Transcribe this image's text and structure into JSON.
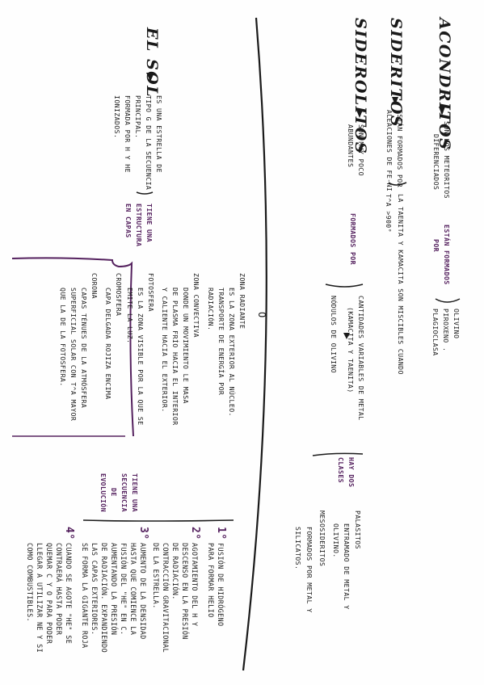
{
  "colors": {
    "accent": "#55225f",
    "ink": "#1c1c1c",
    "paper": "#fefefe"
  },
  "acondritos": {
    "title": "ACONDRITOS",
    "desc": [
      "SON LOS METEORITOS",
      "DIFERENCIADOS"
    ],
    "link": [
      "ESTÁN FORMADOS",
      "POR"
    ],
    "items": [
      "OLIVINO",
      "PIROXENO .",
      "PLAGIOCLASA"
    ]
  },
  "sideritos": {
    "title": "SIDERITOS",
    "desc": [
      "ESTÁN FORMADOS POR",
      "ALEACIONES DE Fe-Ni"
    ],
    "alloy_a": "LA TAENITA Y KAMACITA SON MISCIBLES CUANDO",
    "alloy_b": "T^a >900°"
  },
  "siderolitos": {
    "title": "SIDEROLITOS",
    "desc": [
      "SON MUY POCO",
      "ABUNDANTES"
    ],
    "link": "FORMADOS POR",
    "items": [
      [
        "CANTIDADES VARIABLES DE METAL",
        "(KAMACITA Y TAENITA)"
      ],
      [
        "NÓDULOS DE OLIVINO"
      ]
    ],
    "classes_label": [
      "HAY DOS",
      "CLASES"
    ],
    "classes": [
      {
        "name": "PALASITOS",
        "desc": [
          "ENTRAMADO DE METAL Y",
          "OLIVINO."
        ]
      },
      {
        "name": "MESOSIDERITOS",
        "desc": [
          "FORMADOS POR METAL Y",
          "SILICATOS."
        ]
      }
    ]
  },
  "sol": {
    "title": "EL SOL",
    "desc": [
      "ES UNA ESTRELLA DE",
      "TIPO G DE LA SECUENCIA",
      "PRINCIPAL.",
      "FORMADA POR H Y He",
      "IONIZADOS."
    ],
    "structure_label": [
      "TIENE UNA",
      "ESTRUCTURA",
      "EN CAPAS"
    ],
    "layers": [
      {
        "name": "ZONA RADIANTE",
        "desc": [
          "ES LA ZONA EXTERIOR AL NÚCLEO.",
          "TRANSPORTE DE ENERGÍA POR",
          "RADIACIÓN."
        ]
      },
      {
        "name": "ZONA CONVECTIVA",
        "desc": [
          "DONDE UN MOVIMIENTO LE MASA",
          "DE PLASMA FRÍO HACIA EL INTERIOR",
          "Y CALIENTE HACIA EL EXTERIOR."
        ]
      },
      {
        "name": "FOTOSFERA",
        "desc": [
          "ES LA ZONA VISIBLE POR LA QUE SE",
          "EMITE LA LUZ."
        ]
      },
      {
        "name": "CROMOSFERA",
        "desc": [
          "CAPA DELGADA ROJIZA ENCIMA"
        ]
      },
      {
        "name": "CORONA",
        "desc": [
          "CAPAS TÉNUES DE LA ATMÓSFERA",
          "SUPERFICIAL SOLAR CON T^a MAYOR",
          "QUE LA DE LA FOTOSFERA."
        ]
      }
    ],
    "evolution_label": [
      "TIENE UNA",
      "SECUENCIA",
      "DE",
      "EVOLUCIÓN"
    ],
    "steps": [
      {
        "n": "1°",
        "text": [
          "FUSIÓN DE HIDRÓGENO",
          "PARA FORMAR HELIO"
        ]
      },
      {
        "n": "2°",
        "text": [
          "AGOTAMIENTO DEL H Y",
          "DESCENSO EN LA PRESIÓN",
          "DE RADIACIÓN.",
          "CONTRACCIÓN GRAVITACIONAL",
          "DE LA ESTRELLA."
        ]
      },
      {
        "n": "3°",
        "text": [
          "AUMENTO DE LA DENSIDAD",
          "HASTA QUE COMIENCE LA",
          "FUSIÓN DEL \"He\" EN C.",
          "AUMENTANDO LA PRESIÓN",
          "DE RADIACIÓN. EXPANDIENDO",
          "LAS CAPAS EXTERIORES.",
          "SE FORMA LA GIGANTE ROJA"
        ]
      },
      {
        "n": "4°",
        "text": [
          "CUANDO SE AGOTE \"He\" SE",
          "CONTRAERÁ HASTA PODER",
          "QUEMAR C Y O PARA PODER",
          "LLEGAR A UTILIZAR Ne Y Si",
          "COMO COMBUSTIBLES."
        ]
      }
    ],
    "ring_mark": "O"
  }
}
